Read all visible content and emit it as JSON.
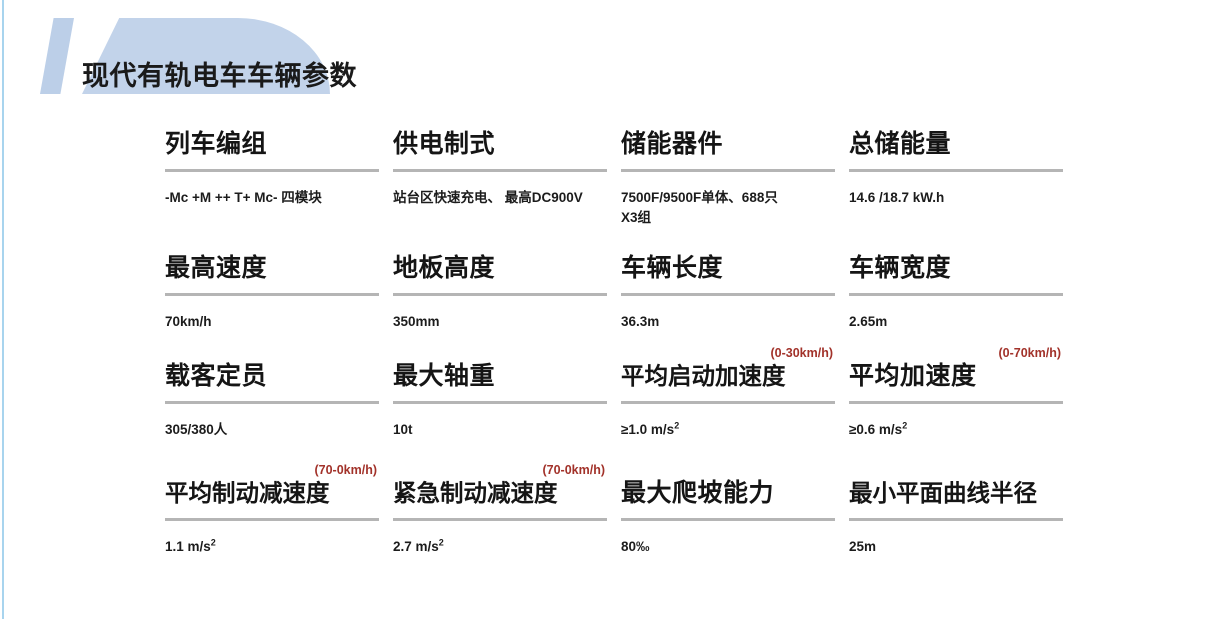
{
  "slide": {
    "title": "现代有轨电车车辆参数",
    "accent_blue": "#c2d3ea",
    "edge_blue": "#a8d4ee",
    "note_red": "#a2322a",
    "rule_gray": "#b5b5b5"
  },
  "rows": [
    {
      "cells": [
        {
          "note": "",
          "title": "列车编组",
          "value": "-Mc +M ++ T+ Mc- 四模块"
        },
        {
          "note": "",
          "title": "供电制式",
          "value": "站台区快速充电、 最高DC900V"
        },
        {
          "note": "",
          "title": "储能器件",
          "value": "7500F/9500F单体、688只\n X3组"
        },
        {
          "note": "",
          "title": "总储能量",
          "value": "14.6 /18.7 kW.h"
        }
      ]
    },
    {
      "cells": [
        {
          "note": "",
          "title": "最高速度",
          "value": "70km/h"
        },
        {
          "note": "",
          "title": "地板高度",
          "value": "350mm"
        },
        {
          "note": "",
          "title": "车辆长度",
          "value": "36.3m"
        },
        {
          "note": "",
          "title": "车辆宽度",
          "value": "2.65m"
        }
      ]
    },
    {
      "cells": [
        {
          "note": "",
          "title": "载客定员",
          "value": "305/380人"
        },
        {
          "note": "",
          "title": "最大轴重",
          "value": "10t"
        },
        {
          "note": "(0-30km/h)",
          "title": "平均启动加速度",
          "value": "≥1.0 m/s",
          "value_sup": "2"
        },
        {
          "note": "(0-70km/h)",
          "title": "平均加速度",
          "value": "≥0.6 m/s",
          "value_sup": "2"
        }
      ]
    },
    {
      "cells": [
        {
          "note": "(70-0km/h)",
          "title": "平均制动减速度",
          "value": "1.1 m/s",
          "value_sup": "2"
        },
        {
          "note": "(70-0km/h)",
          "title": "紧急制动减速度",
          "value": "2.7 m/s",
          "value_sup": "2"
        },
        {
          "note": "",
          "title": "最大爬坡能力",
          "value": "80‰"
        },
        {
          "note": "",
          "title": "最小平面曲线半径",
          "value": "25m"
        }
      ]
    }
  ]
}
